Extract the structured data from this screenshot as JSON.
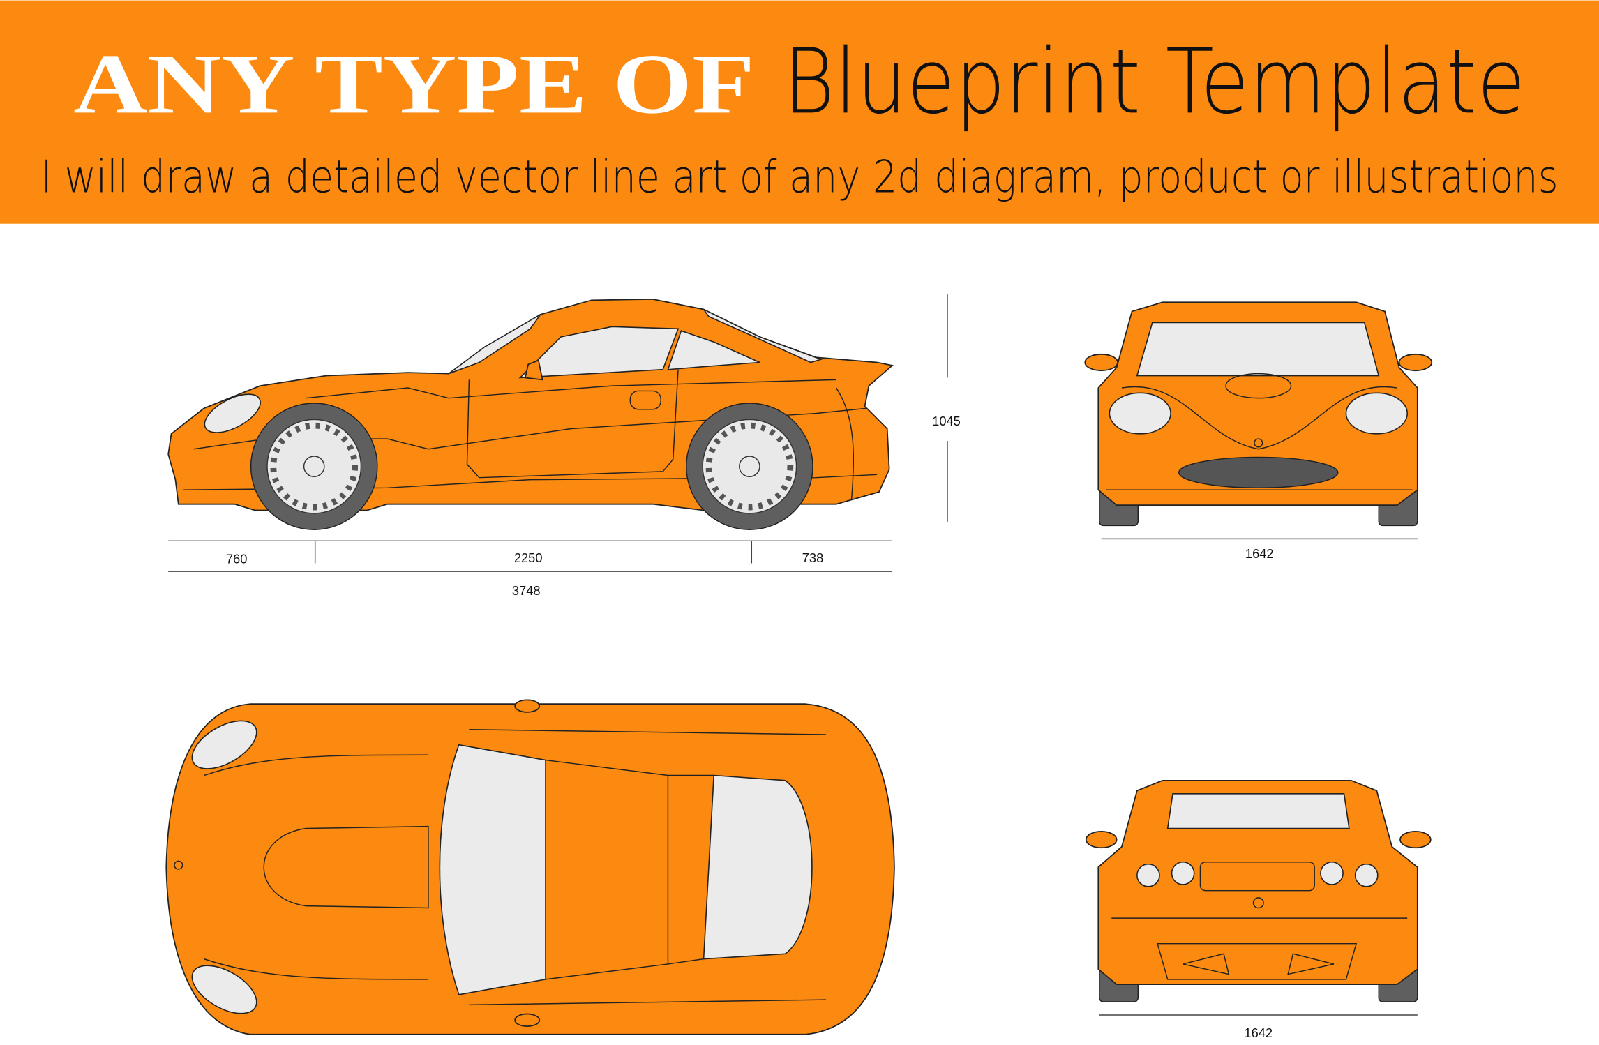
{
  "header": {
    "title_decorative": "ANY TYPE OF",
    "title_main": "Blueprint Template",
    "subtitle": "I will draw a detailed vector line art of any 2d diagram, product or illustrations",
    "background_color": "#fd8a10"
  },
  "side_view": {
    "dimensions": {
      "front_overhang": "760",
      "wheelbase": "2250",
      "rear_overhang": "738",
      "total_length": "3748",
      "height": "1045"
    }
  },
  "front_view": {
    "width": "1642"
  },
  "rear_view": {
    "width": "1642"
  },
  "colors": {
    "body": "#fd8a10",
    "glass": "#ebebeb",
    "tire": "#5f5f5f"
  }
}
